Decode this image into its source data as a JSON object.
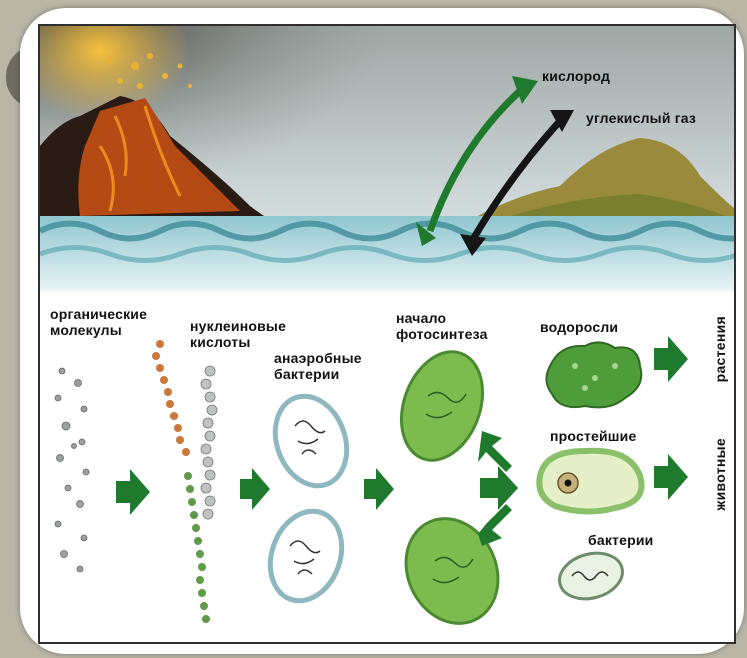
{
  "labels": {
    "oxygen": "кислород",
    "co2": "углекислый газ",
    "organic_molecules": "органические\nмолекулы",
    "nucleic_acids": "нуклеиновые\nкислоты",
    "anaerobic_bacteria": "анаэробные\nбактерии",
    "photosynthesis_start": "начало\nфотосинтеза",
    "algae": "водоросли",
    "protozoa": "простейшие",
    "bacteria": "бактерии",
    "plants": "растения",
    "animals": "животные"
  },
  "colors": {
    "arrow_green": "#1f7a2e",
    "arrow_dark": "#151515",
    "cell_green": "#7dbb4f",
    "algae_green": "#4f9d3a"
  }
}
